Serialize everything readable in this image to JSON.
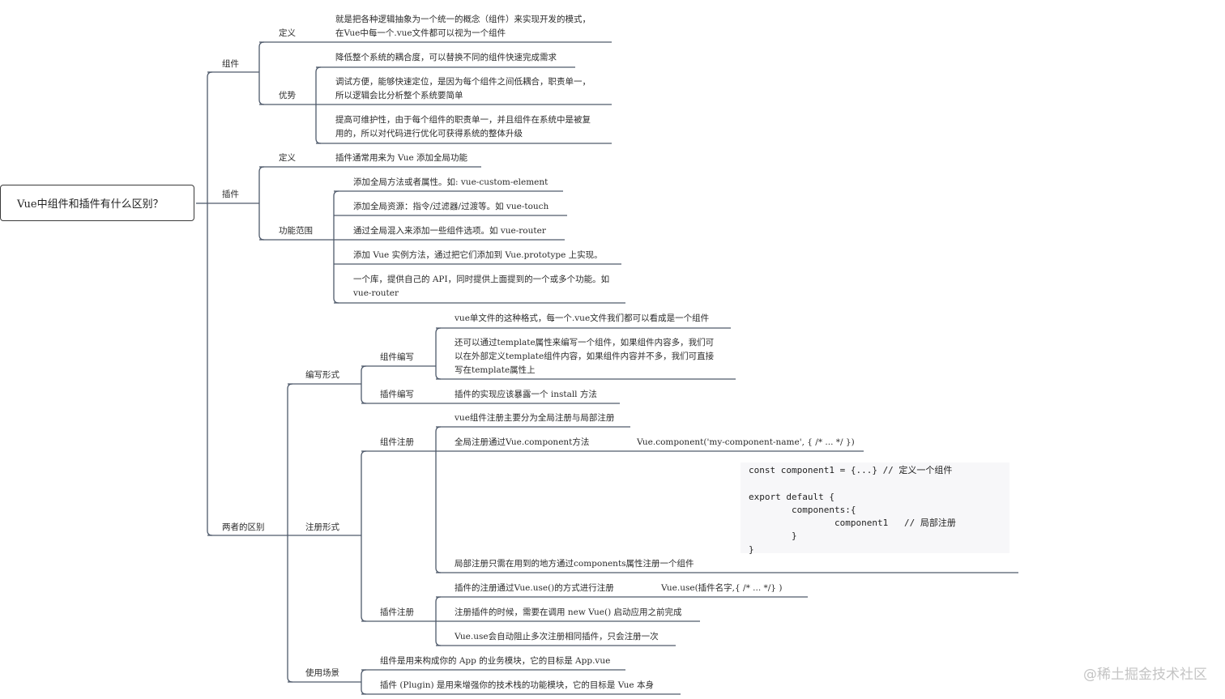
{
  "root": "Vue中组件和插件有什么区别？",
  "branches": {
    "component": {
      "label": "组件",
      "definition": {
        "label": "定义",
        "line1": "就是把各种逻辑抽象为一个统一的概念（组件）来实现开发的模式，",
        "line2": "在Vue中每一个.vue文件都可以视为一个组件"
      },
      "advantages": {
        "label": "优势",
        "items": [
          {
            "lines": [
              "降低整个系统的耦合度，可以替换不同的组件快速完成需求"
            ]
          },
          {
            "lines": [
              "调试方便，能够快速定位，是因为每个组件之间低耦合，职责单一，",
              "所以逻辑会比分析整个系统要简单"
            ]
          },
          {
            "lines": [
              "提高可维护性，由于每个组件的职责单一，并且组件在系统中是被复",
              "用的，所以对代码进行优化可获得系统的整体升级"
            ]
          }
        ]
      }
    },
    "plugin": {
      "label": "插件",
      "definition": {
        "label": "定义",
        "text": "插件通常用来为 Vue 添加全局功能"
      },
      "scope": {
        "label": "功能范围",
        "items": [
          {
            "lines": [
              "添加全局方法或者属性。如: vue-custom-element"
            ]
          },
          {
            "lines": [
              "添加全局资源：指令/过滤器/过渡等。如 vue-touch"
            ]
          },
          {
            "lines": [
              "通过全局混入来添加一些组件选项。如 vue-router"
            ]
          },
          {
            "lines": [
              "添加 Vue 实例方法，通过把它们添加到 Vue.prototype 上实现。"
            ]
          },
          {
            "lines": [
              "一个库，提供自己的 API，同时提供上面提到的一个或多个功能。如",
              "vue-router"
            ]
          }
        ]
      }
    },
    "difference": {
      "label": "两者的区别",
      "writing": {
        "label": "编写形式",
        "component": {
          "label": "组件编写",
          "items": [
            {
              "lines": [
                "vue单文件的这种格式，每一个.vue文件我们都可以看成是一个组件"
              ]
            },
            {
              "lines": [
                "还可以通过template属性来编写一个组件，如果组件内容多，我们可",
                "以在外部定义template组件内容，如果组件内容并不多，我们可直接",
                "写在template属性上"
              ]
            }
          ]
        },
        "plugin": {
          "label": "插件编写",
          "text": "插件的实现应该暴露一个 install 方法"
        }
      },
      "registration": {
        "label": "注册形式",
        "component": {
          "label": "组件注册",
          "summary": "vue组件注册主要分为全局注册与局部注册",
          "global": "全局注册通过Vue.component方法",
          "global_code": "Vue.component('my-component-name', { /* ... */ })",
          "local_code": "const component1 = {...} // 定义一个组件\n\nexport default {\n\tcomponents:{\n\t\tcomponent1   // 局部注册\n\t}\n}",
          "local": "局部注册只需在用到的地方通过components属性注册一个组件"
        },
        "plugin": {
          "label": "插件注册",
          "use": "插件的注册通过Vue.use()的方式进行注册",
          "use_code": "Vue.use(插件名字,{ /* ... */} )",
          "timing": "注册插件的时候，需要在调用 new Vue() 启动应用之前完成",
          "dedupe": "Vue.use会自动阻止多次注册相同插件，只会注册一次"
        }
      },
      "usage": {
        "label": "使用场景",
        "items": [
          "组件是用来构成你的 App 的业务模块，它的目标是 App.vue",
          "插件 (Plugin) 是用来增强你的技术栈的功能模块，它的目标是 Vue 本身"
        ]
      }
    }
  },
  "watermark": "@稀土掘金技术社区"
}
